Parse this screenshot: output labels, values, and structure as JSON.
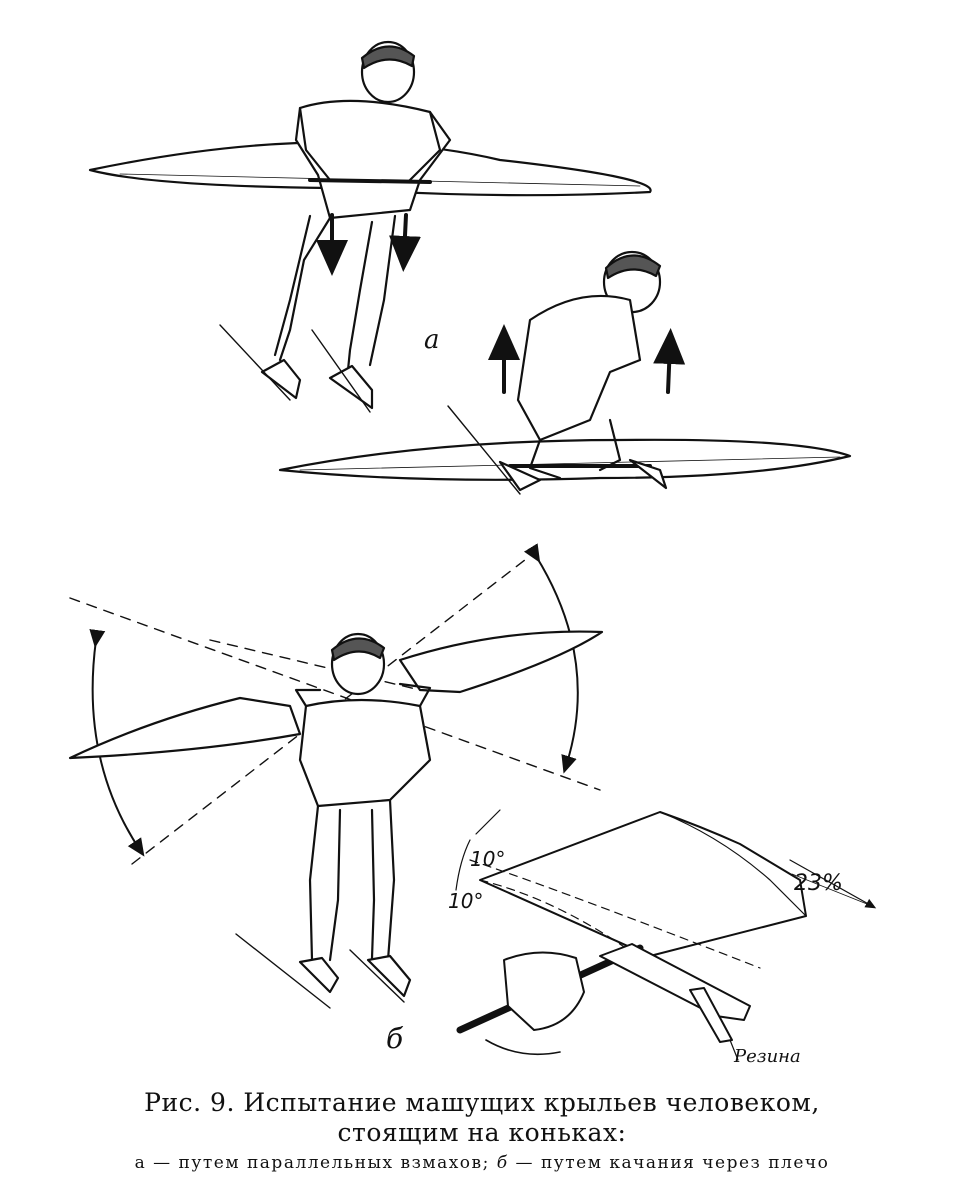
{
  "labels": {
    "a": "а",
    "b": "б",
    "angle_top": "10°",
    "angle_bottom": "10°",
    "percent": "23%",
    "rubber": "Резина"
  },
  "caption": {
    "title_line1": "Рис. 9. Испытание машущих крыльев человеком,",
    "title_line2": "стоящим на коньках:",
    "legend_a_key": "а",
    "legend_a_text": " — путем параллельных взмахов; ",
    "legend_b_key": "б",
    "legend_b_text": " — путем качания через плечо"
  }
}
